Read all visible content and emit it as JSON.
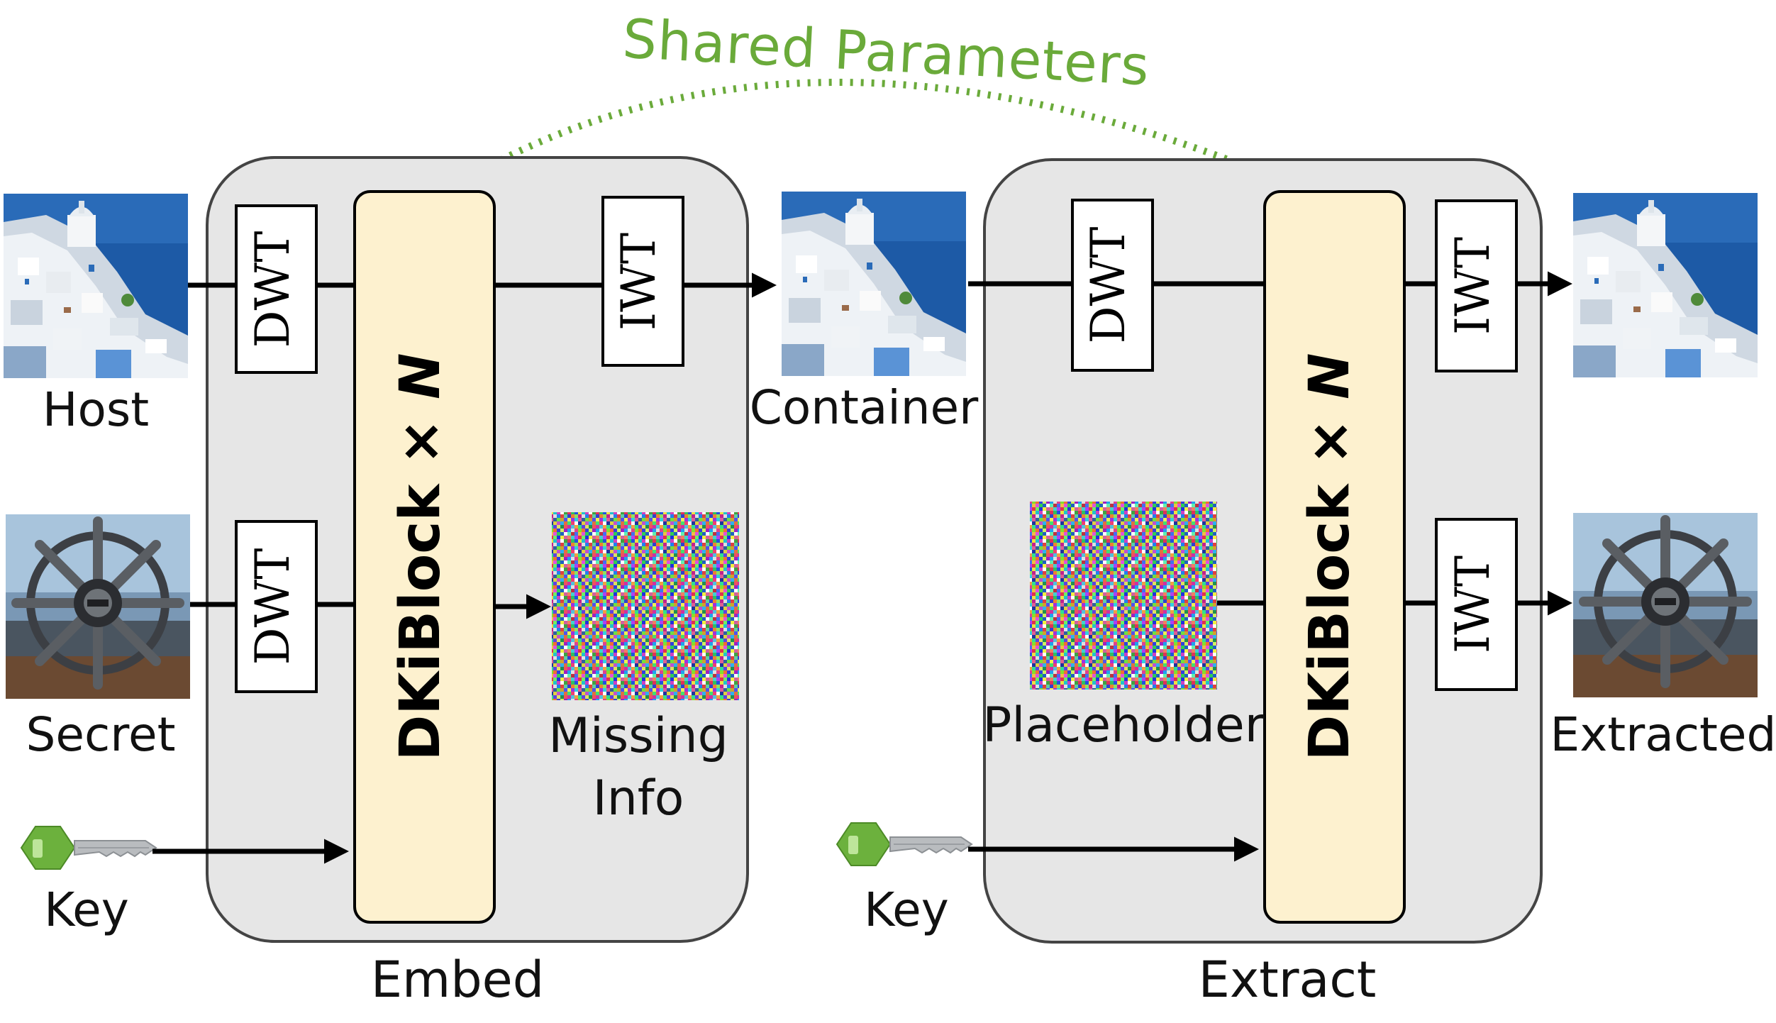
{
  "title": "Shared Parameters",
  "embed": {
    "label": "Embed",
    "block_label": "DKiBlock × ",
    "block_n": "N",
    "dwt_top": "DWT",
    "dwt_bottom": "DWT",
    "iwt_top": "IWT"
  },
  "extract": {
    "label": "Extract",
    "block_label": "DKiBlock × ",
    "block_n": "N",
    "dwt_top": "DWT",
    "iwt_top": "IWT",
    "iwt_bottom": "IWT"
  },
  "labels": {
    "host": "Host",
    "secret": "Secret",
    "key_left": "Key",
    "key_right": "Key",
    "container": "Container",
    "missing_line1": "Missing",
    "missing_line2": "Info",
    "placeholder": "Placeholder",
    "extracted": "Extracted"
  },
  "colors": {
    "accent_green": "#6aaa3a",
    "panel_fill": "#e6e6e6",
    "block_fill": "#fdf1cf",
    "key_green": "#6cb13d"
  },
  "icons": {
    "key": "key-icon",
    "host_image": "coastal-town-photo",
    "secret_image": "ship-wheel-photo",
    "noise_image": "rgb-noise"
  }
}
